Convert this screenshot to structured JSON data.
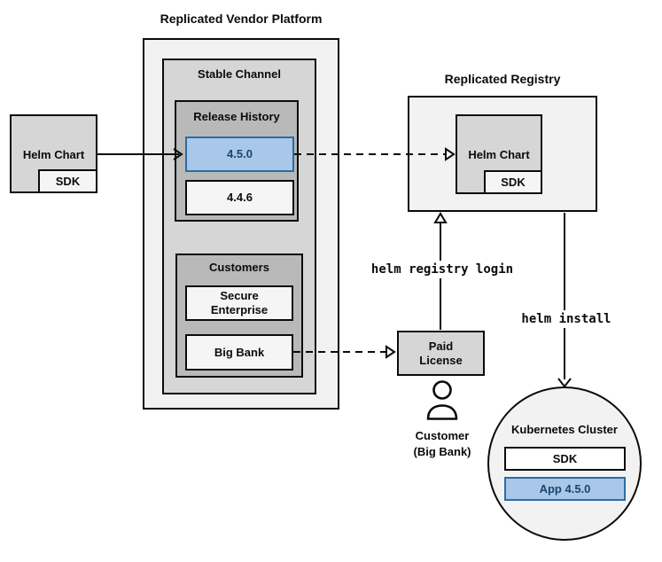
{
  "colors": {
    "container_light": "#f2f2f2",
    "channel_gray": "#d6d6d6",
    "group_gray": "#b9b9b9",
    "leaf_gray": "#f5f5f5",
    "highlight_fill": "#a9c7e8",
    "highlight_border": "#2a6da4",
    "highlight_text": "#17466f",
    "stroke": "#0b0b0b"
  },
  "platform": {
    "title": "Replicated Vendor Platform",
    "stable_channel": {
      "label": "Stable Channel",
      "release_history": {
        "label": "Release History",
        "versions": [
          {
            "label": "4.5.0",
            "highlighted": true
          },
          {
            "label": "4.4.6",
            "highlighted": false
          }
        ]
      },
      "customers": {
        "label": "Customers",
        "items": [
          {
            "label": "Secure Enterprise"
          },
          {
            "label": "Big Bank"
          }
        ]
      }
    }
  },
  "source_helm_chart": {
    "label": "Helm Chart",
    "sdk": "SDK"
  },
  "registry": {
    "title": "Replicated Registry",
    "helm_chart": "Helm Chart",
    "sdk": "SDK"
  },
  "paid_license": {
    "label": "Paid License"
  },
  "customer": {
    "name": "Customer",
    "org": "(Big Bank)"
  },
  "commands": {
    "registry_login": "helm registry login",
    "install": "helm install"
  },
  "cluster": {
    "title": "Kubernetes Cluster",
    "sdk": "SDK",
    "app": "App 4.5.0"
  }
}
